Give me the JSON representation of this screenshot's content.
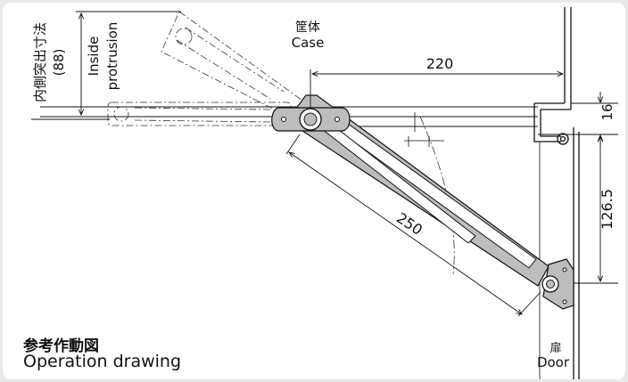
{
  "labels": {
    "case_jp": "筐体",
    "case_en": "Case",
    "door_jp": "扉",
    "door_en": "Door",
    "inside_jp": "内側突出寸法",
    "inside_value": "(88)",
    "inside_en_1": "Inside",
    "inside_en_2": "protrusion",
    "caption_jp": "参考作動図",
    "caption_en": "Operation drawing"
  },
  "dimensions": {
    "horizontal": "220",
    "arm_length": "250",
    "offset": "16",
    "vertical": "126.5"
  },
  "colors": {
    "arm_fill": "#bdbdbd",
    "line": "#111111",
    "background": "#ffffff",
    "border": "#e9e9e9"
  }
}
